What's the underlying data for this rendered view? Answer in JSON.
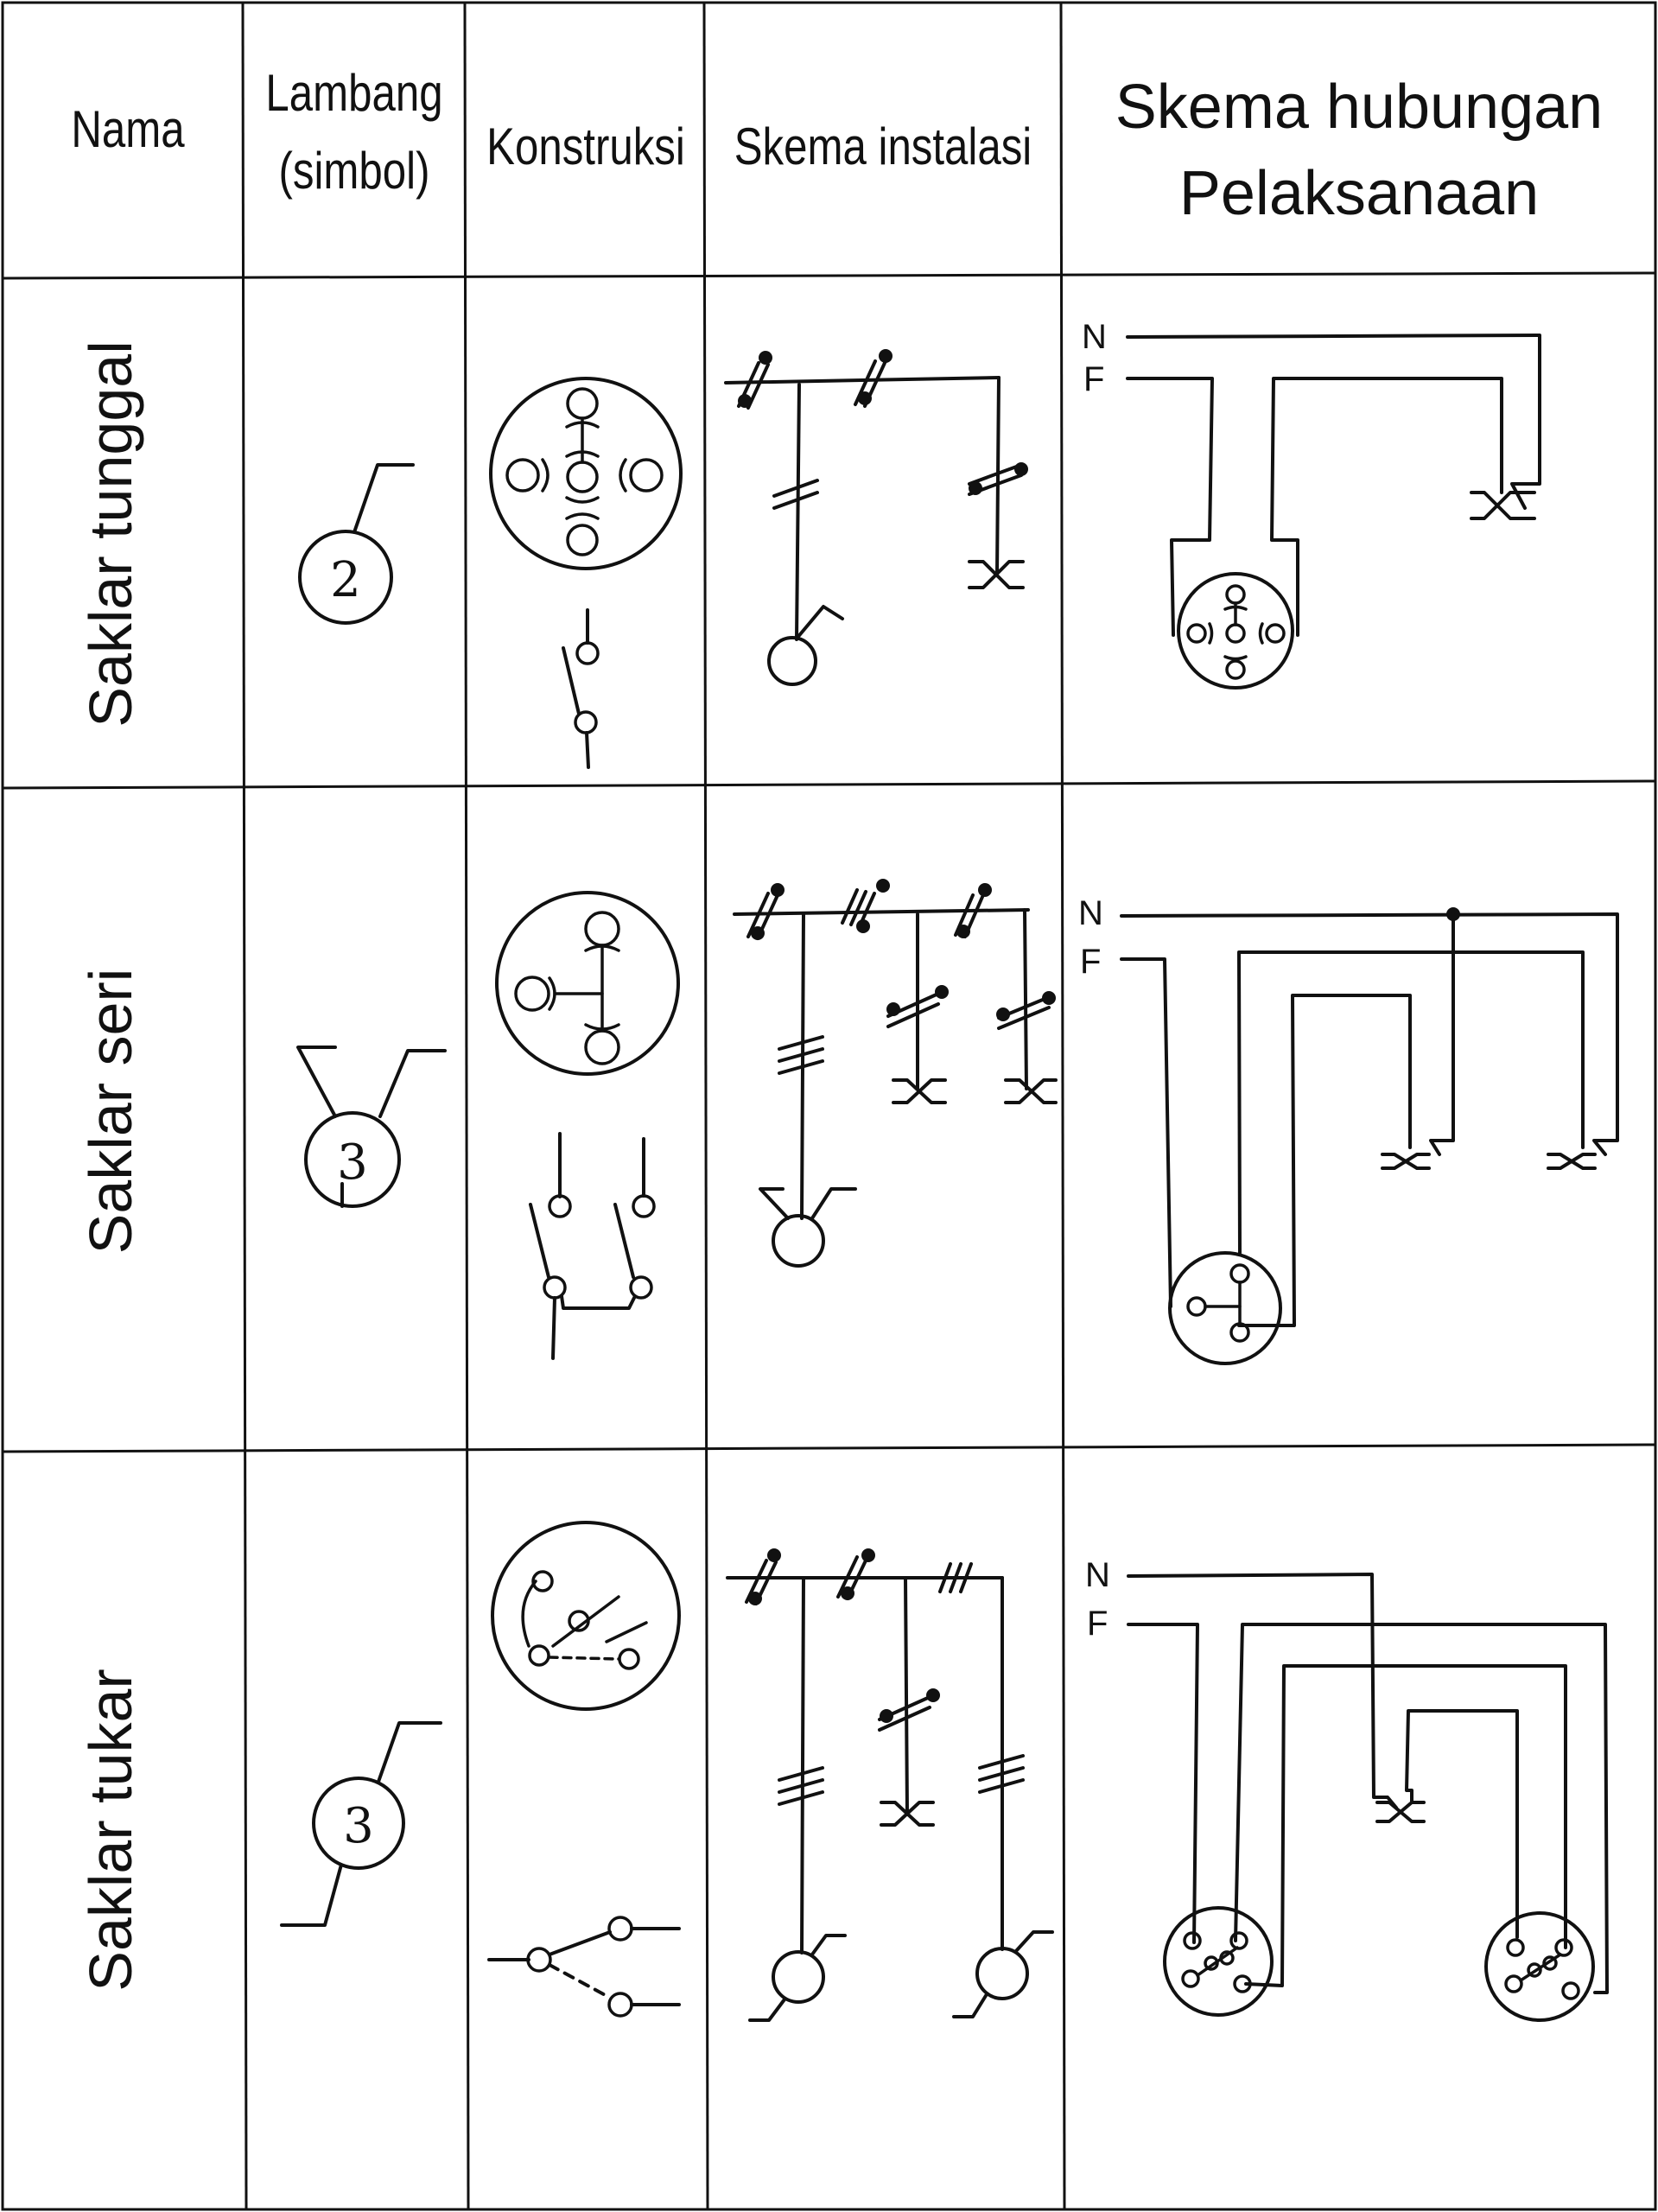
{
  "headers": {
    "nama": "Nama",
    "lambang_line1": "Lambang",
    "lambang_line2": "(simbol)",
    "konstruksi": "Konstruksi",
    "skema_instalasi": "Skema instalasi",
    "skema_hubungan_line1": "Skema hubungan",
    "skema_hubungan_line2": "Pelaksanaan"
  },
  "rows": [
    {
      "name": "Saklar tunggal",
      "symbol_digit": "2"
    },
    {
      "name": "Saklar seri",
      "symbol_digit": "3"
    },
    {
      "name": "Saklar tukar",
      "symbol_digit": "3"
    }
  ],
  "terminals": {
    "neutral": "N",
    "phase": "F"
  }
}
